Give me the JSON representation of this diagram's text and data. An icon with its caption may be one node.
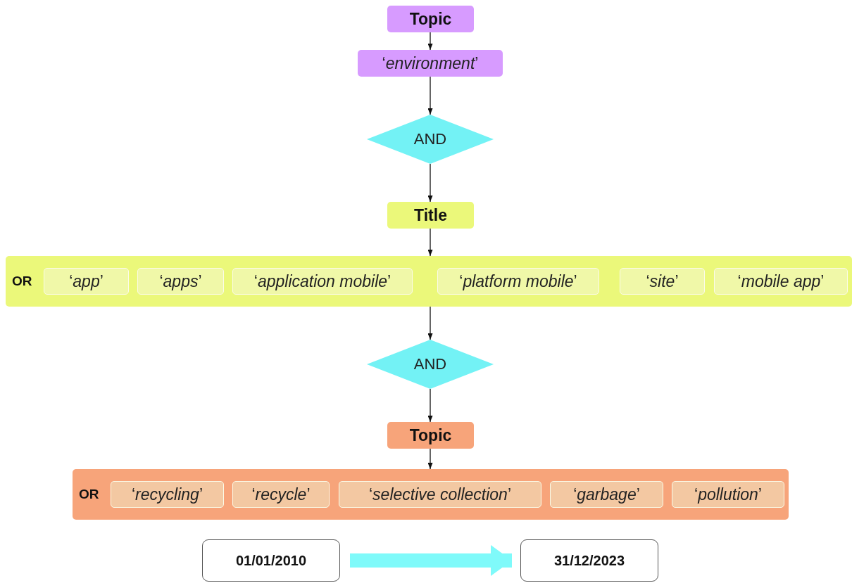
{
  "diagram": {
    "nodes": [
      {
        "text": [
          "Topic"
        ]
      },
      {
        "text": [
          "‘*environment*’"
        ]
      },
      {
        "text": [
          "AND"
        ]
      },
      {
        "text": [
          "Title"
        ]
      },
      {
        "text": [
          "OR"
        ]
      },
      {
        "text": [
          "‘*app*’"
        ],
        "in": 4
      },
      {
        "text": [
          "‘*apps*’"
        ],
        "in": 4
      },
      {
        "text": [
          "‘*application mobile*’"
        ],
        "in": 4
      },
      {
        "text": [
          "‘*platform mobile*’"
        ],
        "in": 4
      },
      {
        "text": [
          "‘*site*’"
        ],
        "in": 4
      },
      {
        "text": [
          "‘*mobile app*’"
        ],
        "in": 4
      },
      {
        "text": [
          "AND"
        ]
      },
      {
        "text": [
          "Topic"
        ]
      },
      {
        "text": [
          "OR"
        ]
      },
      {
        "text": [
          "‘*recycling*’"
        ],
        "in": 13
      },
      {
        "text": [
          "‘*recycle*’"
        ],
        "in": 13
      },
      {
        "text": [
          "‘*selective collection*’"
        ],
        "in": 13
      },
      {
        "text": [
          "‘*garbage*’"
        ],
        "in": 13
      },
      {
        "text": [
          "‘*pollution*’"
        ],
        "in": 13
      },
      {
        "text": [
          "01/01/2010"
        ]
      },
      {
        "text": [
          "31/12/2023"
        ]
      }
    ],
    "edges": [
      {
        "from": 0,
        "to": 1,
        "arrow": "to"
      },
      {
        "from": 1,
        "to": 2,
        "arrow": "to"
      },
      {
        "from": 2,
        "to": 3,
        "arrow": "to"
      },
      {
        "from": 3,
        "to": 4,
        "arrow": "to"
      },
      {
        "from": 4,
        "to": 11,
        "arrow": "to"
      },
      {
        "from": 11,
        "to": 12,
        "arrow": "to"
      },
      {
        "from": 12,
        "to": 13,
        "arrow": "to"
      },
      {
        "from": 19,
        "to": 20,
        "arrow": "to",
        "style": "thick",
        "color": "#7ffafa"
      }
    ]
  }
}
